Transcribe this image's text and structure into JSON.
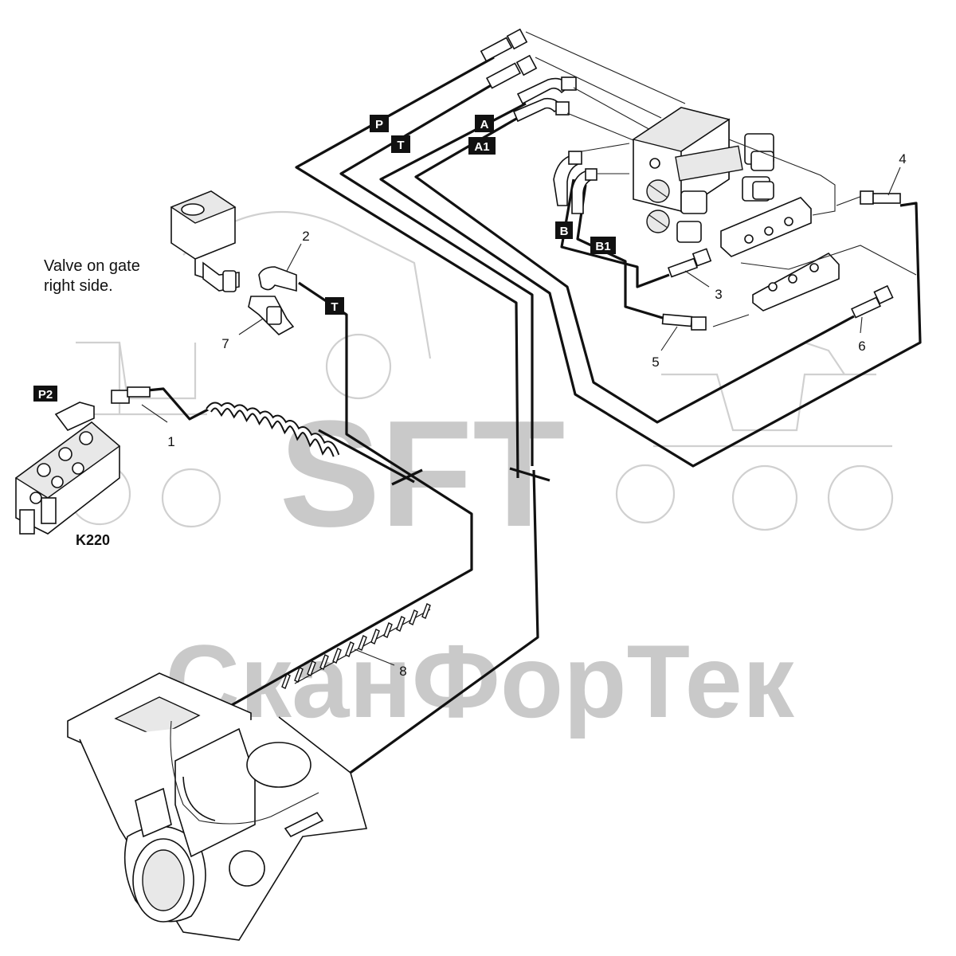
{
  "watermark": {
    "logo_text": "SFT",
    "company_text": "СканФорТек"
  },
  "note": {
    "line1": "Valve on gate",
    "line2": "right side."
  },
  "model_label": "K220",
  "port_tags": [
    "P",
    "T",
    "A",
    "A1",
    "B",
    "B1",
    "T",
    "P2"
  ],
  "callouts": [
    "1",
    "2",
    "3",
    "4",
    "5",
    "6",
    "7",
    "8"
  ]
}
